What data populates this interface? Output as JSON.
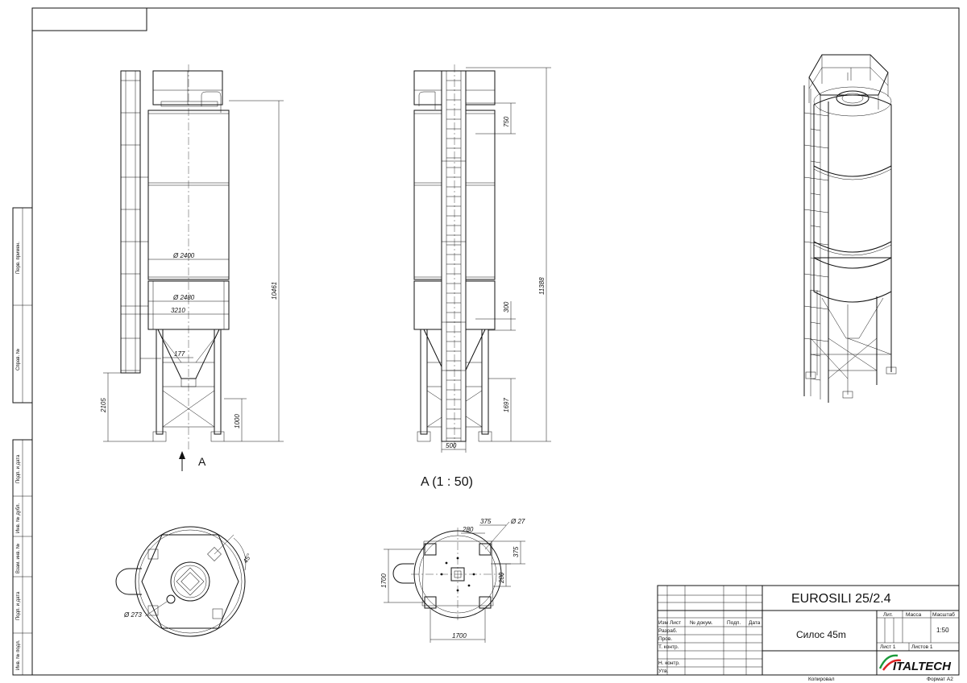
{
  "drawing": {
    "title": "EUROSILI 25/2.4",
    "subtitle": "Силос 45m",
    "view_label": "A",
    "view_scale_label": "A   (1 : 50)"
  },
  "dimensions": {
    "front": {
      "diam_top": "Ø 2400",
      "diam_bottom": "Ø 2480",
      "width": "3210",
      "offset": "177",
      "height_total": "10461",
      "ladder_bottom": "2105",
      "base_height": "1000"
    },
    "side": {
      "top_offset": "750",
      "height_total": "11388",
      "mid_offset": "300",
      "leg_height": "1697",
      "ladder_width": "500"
    },
    "plan_left": {
      "angle": "45°",
      "hole": "Ø 273"
    },
    "plan_right": {
      "bolt_dx": "375",
      "bolt_diam": "Ø 27",
      "offset_x": "280",
      "bolt_dy": "375",
      "offset_y": "280",
      "leg_span_h": "1700",
      "leg_span_w": "1700"
    }
  },
  "title_block": {
    "col_headers": [
      "Изм",
      "Лист",
      "№ докум.",
      "Подп.",
      "Дата"
    ],
    "rows": [
      "Разраб.",
      "Пров.",
      "Т. контр.",
      "",
      "Н. контр.",
      "Утв."
    ],
    "lit_label": "Лит.",
    "mass_label": "Масса",
    "scale_label": "Масштаб",
    "scale_value": "1:50",
    "sheet_label": "Лист 1",
    "sheets_label": "Листов 1",
    "company": "ITALTECH",
    "copied": "Копировал",
    "format": "Формат A2"
  },
  "side_stamps": [
    "Перв. примен.",
    "Справ. №",
    "Подп. и дата",
    "Инв. № дубл.",
    "Взам. инв. №",
    "Подп. и дата",
    "Инв. № подл."
  ]
}
